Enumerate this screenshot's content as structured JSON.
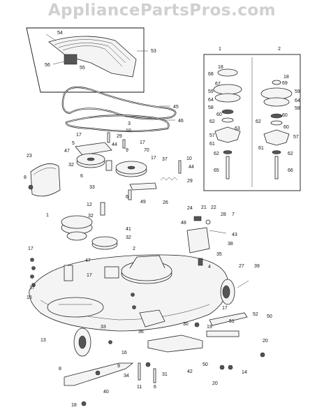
{
  "watermark": "AppliancePartsPros.com",
  "inset_panels": {
    "left_title": "1",
    "right_title": "2"
  },
  "part_numbers": {
    "p54": "54",
    "p53": "53",
    "p56": "56",
    "p55": "55",
    "p45": "45",
    "p46": "46",
    "p3": "3",
    "p10": "10",
    "p17a": "17",
    "p29": "29",
    "p5": "5",
    "p44a": "44",
    "p17b": "17",
    "p47a": "47",
    "p9": "9",
    "p70": "70",
    "p17c": "17",
    "p37": "37",
    "p10b": "10",
    "p44b": "44",
    "p23": "23",
    "p32a": "32",
    "p6a": "6",
    "p33a": "33",
    "p8a": "8",
    "p29b": "29",
    "p26": "26",
    "p49": "49",
    "p6b": "6",
    "p12": "12",
    "p1": "1",
    "p32b": "32",
    "p41": "41",
    "p32c": "32",
    "p24": "24",
    "p21": "21",
    "p22": "22",
    "p28": "28",
    "p7": "7",
    "p48": "48",
    "p43": "43",
    "p38": "38",
    "p35": "35",
    "p2": "2",
    "p4": "4",
    "p17d": "17",
    "p47b": "47",
    "p17e": "17",
    "p15": "15",
    "p17f": "17",
    "p27": "27",
    "p39": "39",
    "p17g": "17",
    "p30": "30",
    "p19": "19",
    "p52": "52",
    "p51": "51",
    "p50a": "50",
    "p20a": "20",
    "p14": "14",
    "p20b": "20",
    "p50b": "50",
    "p42": "42",
    "p36": "36",
    "p13": "13",
    "p33b": "33",
    "p8b": "8",
    "p16": "16",
    "p9b": "9",
    "p34": "34",
    "p11": "11",
    "p6c": "6",
    "p31": "31",
    "p40": "40",
    "p18": "18",
    "r_18a": "18",
    "r_68": "68",
    "r_67": "67",
    "r_59a": "59",
    "r_64a": "64",
    "r_58a": "58",
    "r_60a": "60",
    "r_62a": "62",
    "r_63": "63",
    "r_57a": "57",
    "r_61a": "61",
    "r_62b": "62",
    "r_65": "65",
    "r_18b": "18",
    "r_69": "69",
    "r_59b": "59",
    "r_64b": "64",
    "r_58b": "58",
    "r_60b": "60",
    "r_62c": "62",
    "r_60c": "60",
    "r_57b": "57",
    "r_61b": "61",
    "r_62d": "62",
    "r_66": "66"
  }
}
